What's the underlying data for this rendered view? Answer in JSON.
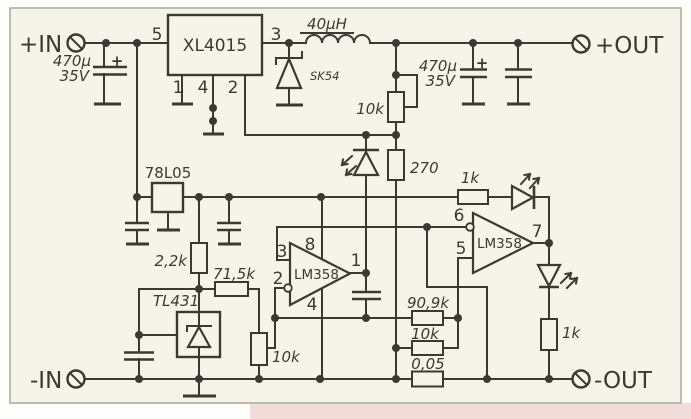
{
  "terminals": {
    "in_pos": "+IN",
    "in_neg": "-IN",
    "out_pos": "+OUT",
    "out_neg": "-OUT"
  },
  "xl4015": {
    "name": "XL4015",
    "pins": {
      "p1": "1",
      "p2": "2",
      "p3": "3",
      "p4": "4",
      "p5": "5"
    }
  },
  "vreg": {
    "name": "78L05"
  },
  "tl431": {
    "name": "TL431"
  },
  "diode": {
    "name": "SK54"
  },
  "inductor": {
    "value": "40µH"
  },
  "cap_in": {
    "value": "470µ",
    "voltage": "35V",
    "polarity": "+"
  },
  "cap_out": {
    "value": "470µ",
    "voltage": "35V",
    "polarity": "+"
  },
  "opamp1": {
    "name": "LM358",
    "pins": {
      "p1": "1",
      "p2": "2",
      "p3": "3",
      "p4": "4",
      "p8": "8"
    }
  },
  "opamp2": {
    "name": "LM358",
    "pins": {
      "p5": "5",
      "p6": "6",
      "p7": "7"
    }
  },
  "resistors": {
    "pot_cv": "10k",
    "r270": "270",
    "r1k_led": "1k",
    "r2k2": "2,2k",
    "r71k5": "71,5k",
    "pot_cc": "10k",
    "r90k9": "90,9k",
    "r10k": "10k",
    "shunt": "0,05",
    "r1k_out": "1k"
  },
  "colors": {
    "line": "#3a3a33",
    "paper": "#f5f4ea",
    "border": "#aeae9b",
    "outer": "#fdfdfa",
    "bottom_strip": "#f2dcda"
  }
}
